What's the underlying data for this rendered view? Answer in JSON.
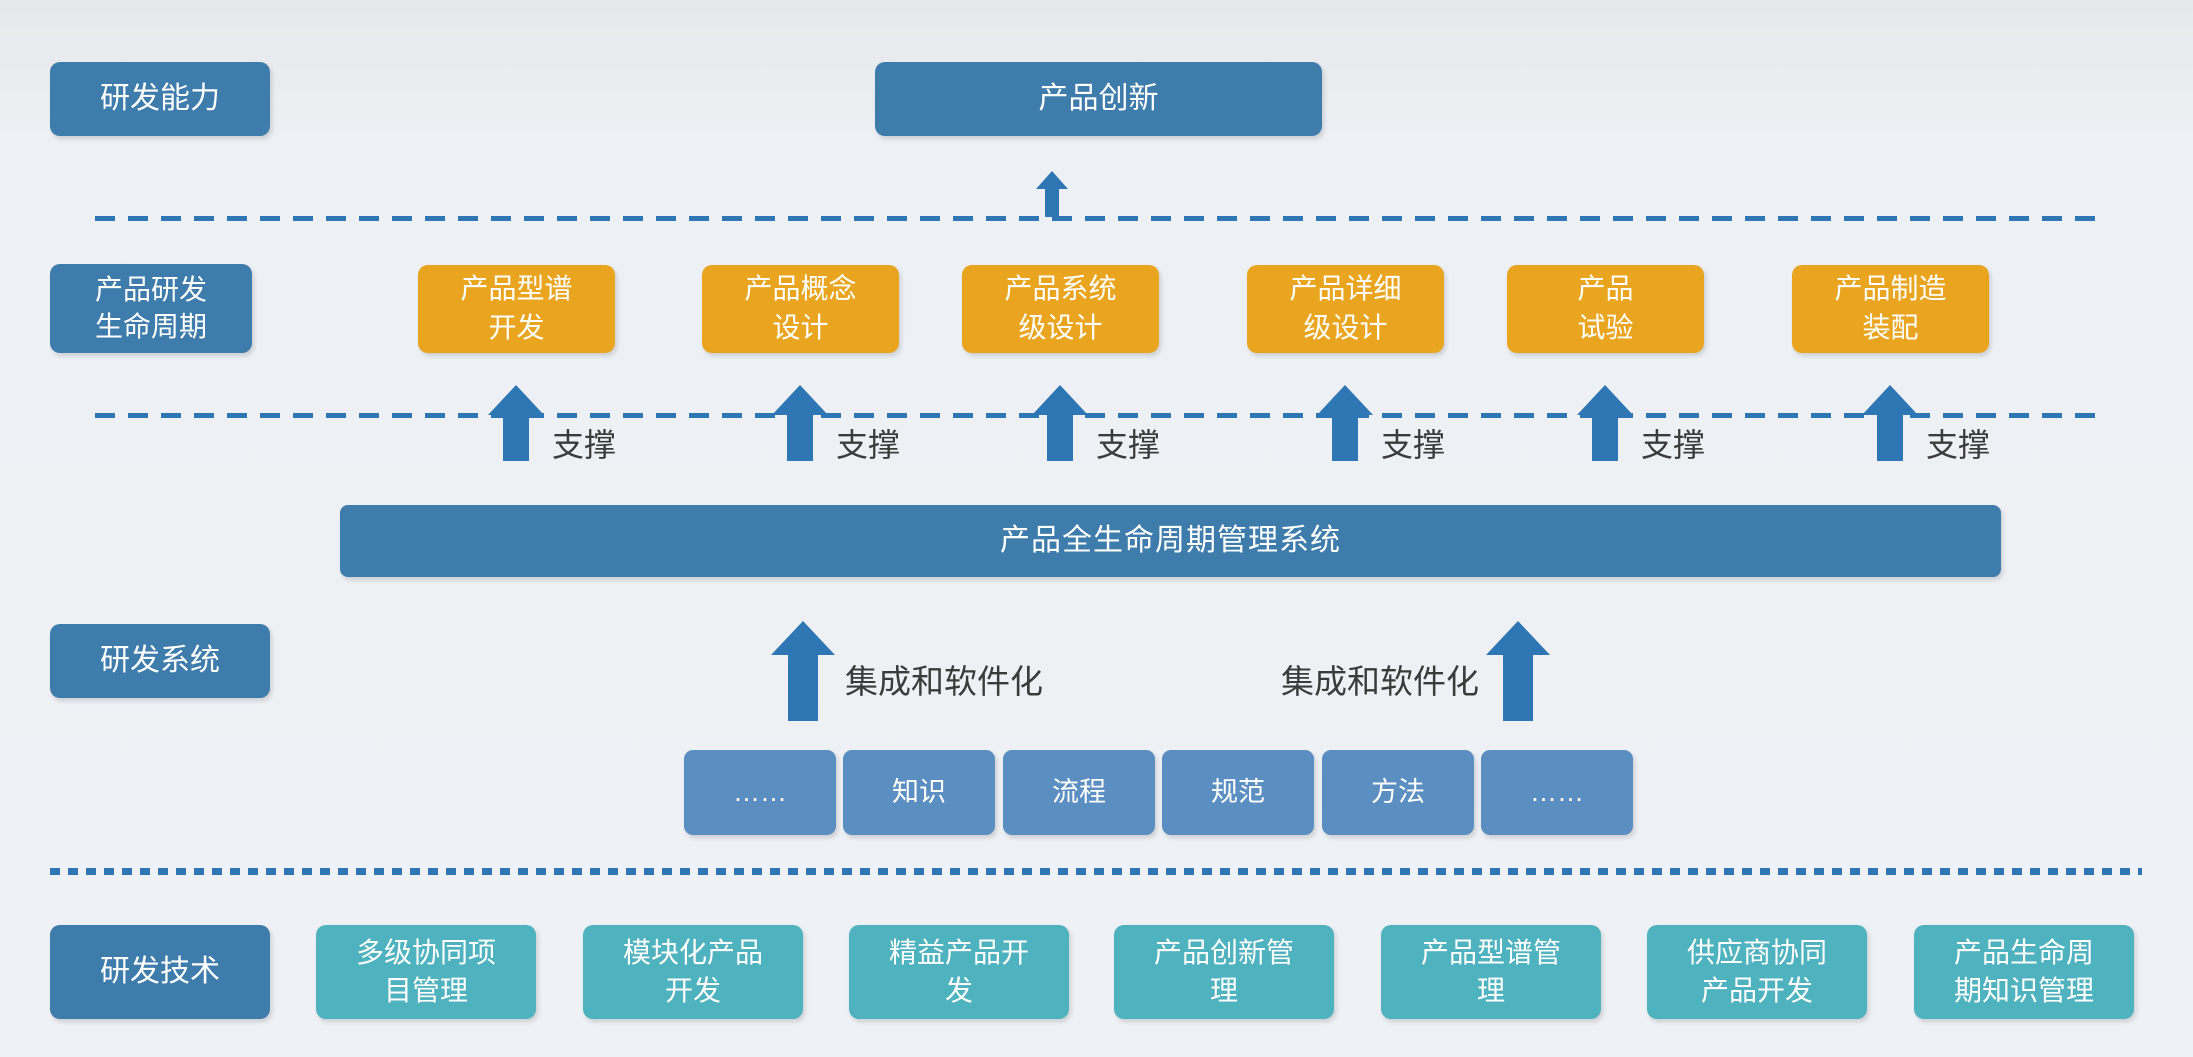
{
  "colors": {
    "steel_blue": "#3E7CAB",
    "orange": "#E9A51F",
    "teal": "#4FB2BF",
    "light_blue": "#5C8FC1",
    "arrow_blue": "#2E76B4",
    "dark_text": "#3B3B3B"
  },
  "row_capability": {
    "label": "研发能力",
    "innovation_label": "产品创新"
  },
  "row_lifecycle": {
    "label": "产品研发\n生命周期",
    "support_label": "支撑",
    "stages": [
      {
        "label": "产品型谱\n开发"
      },
      {
        "label": "产品概念\n设计"
      },
      {
        "label": "产品系统\n级设计"
      },
      {
        "label": "产品详细\n级设计"
      },
      {
        "label": "产品\n试验"
      },
      {
        "label": "产品制造\n装配"
      }
    ]
  },
  "row_system": {
    "label": "研发系统",
    "banner": "产品全生命周期管理系统",
    "integration_label": "集成和软件化",
    "elements": [
      "……",
      "知识",
      "流程",
      "规范",
      "方法",
      "……"
    ]
  },
  "row_technology": {
    "label": "研发技术",
    "items": [
      "多级协同项\n目管理",
      "模块化产品\n开发",
      "精益产品开\n发",
      "产品创新管\n理",
      "产品型谱管\n理",
      "供应商协同\n产品开发",
      "产品生命周\n期知识管理"
    ]
  }
}
